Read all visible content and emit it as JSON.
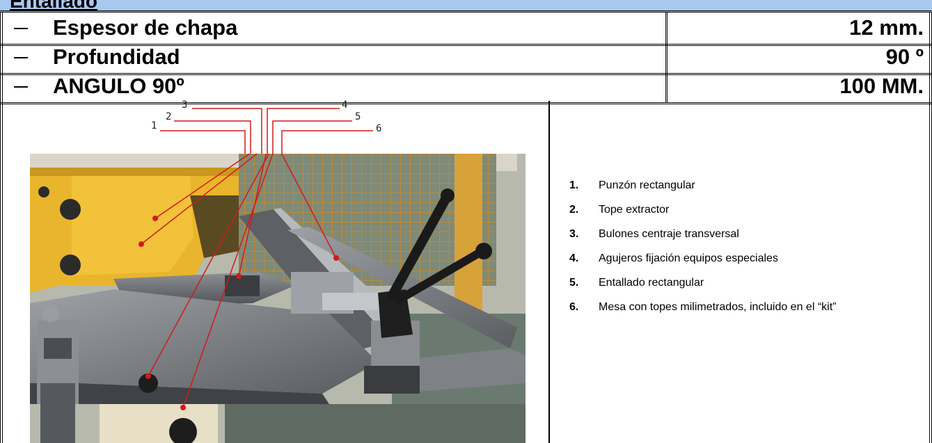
{
  "header": {
    "title": "Entallado"
  },
  "specs": [
    {
      "label": "Espesor de chapa",
      "value": "12 mm."
    },
    {
      "label": "Profundidad",
      "value": "90 º"
    },
    {
      "label": "ANGULO 90º",
      "value": "100 MM."
    }
  ],
  "callouts": [
    "1",
    "2",
    "3",
    "4",
    "5",
    "6"
  ],
  "legend": [
    {
      "num": "1.",
      "text": "Punzón rectangular"
    },
    {
      "num": "2.",
      "text": "Tope extractor"
    },
    {
      "num": "3.",
      "text": "Bulones centraje transversal"
    },
    {
      "num": "4.",
      "text": "Agujeros fijación equipos especiales"
    },
    {
      "num": "5.",
      "text": "Entallado rectangular"
    },
    {
      "num": "6.",
      "text": "Mesa con topes milimetrados, incluido en el “kit”"
    }
  ],
  "colors": {
    "header_band": "#a9c8f0",
    "leader_line": "#d11a1a",
    "machine_yellow": "#e9b52c",
    "steel": "#6f7276",
    "mesh": "#c28a2e"
  }
}
